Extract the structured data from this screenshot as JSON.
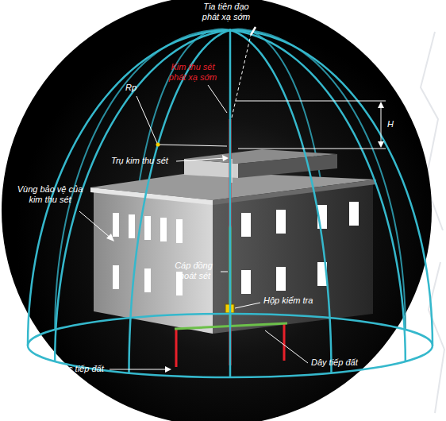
{
  "diagram": {
    "labels": [
      "Tia tiên đạo phát xạ sớm",
      "Kim thu sét phát xạ sớm",
      "H",
      "Rp",
      "Trụ kim thu sét",
      "Vùng bảo vệ của kim thu sét",
      "Cáp đồng thoát sét",
      "Hộp kiểm tra",
      "Cọc tiếp đất",
      "Dây tiếp đất"
    ]
  }
}
